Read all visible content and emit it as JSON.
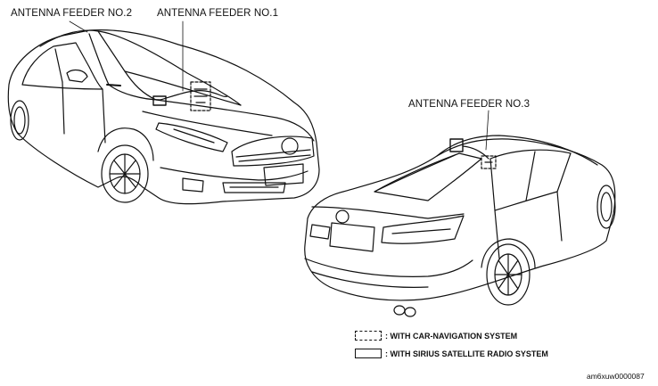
{
  "labels": {
    "feeder2": "ANTENNA FEEDER NO.2",
    "feeder1": "ANTENNA FEEDER NO.1",
    "feeder3": "ANTENNA FEEDER NO.3"
  },
  "legend": {
    "nav": ": WITH CAR-NAVIGATION SYSTEM",
    "sirius": ": WITH SIRIUS SATELLITE RADIO SYSTEM"
  },
  "figure_code": "am6xuw0000087"
}
